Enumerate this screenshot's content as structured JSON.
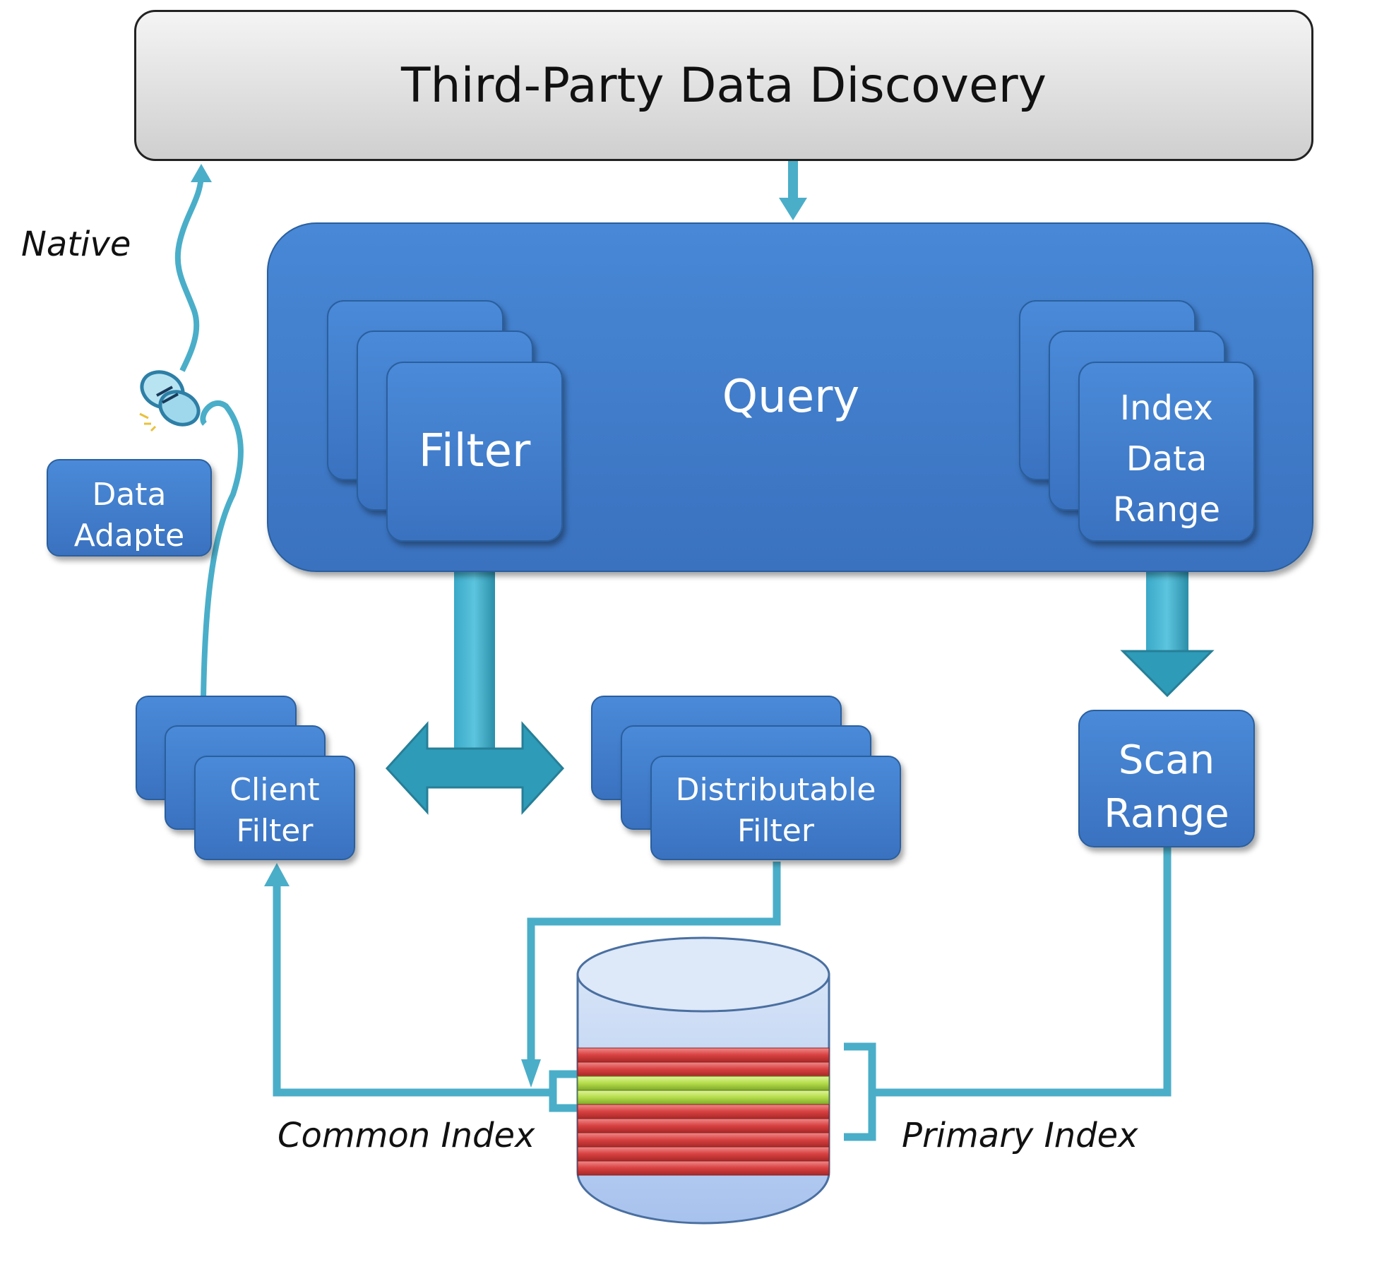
{
  "banner": {
    "title": "Third-Party Data Discovery"
  },
  "query": {
    "label": "Query"
  },
  "filter": {
    "label": "Filter"
  },
  "index_range": {
    "lines": [
      "Index",
      "Data",
      "Range"
    ]
  },
  "data_adapter": {
    "lines": [
      "Data",
      "Adapte"
    ]
  },
  "client_filter": {
    "lines": [
      "Client",
      "Filter"
    ]
  },
  "distributable_filter": {
    "lines": [
      "Distributable",
      "Filter"
    ]
  },
  "scan_range": {
    "lines": [
      "Scan",
      "Range"
    ]
  },
  "labels": {
    "native": "Native",
    "common_index": "Common Index",
    "primary_index": "Primary Index"
  },
  "colors": {
    "connector": "#4aaec9",
    "box_blue": "#3f7fcf",
    "stripe_red": "#e05555",
    "stripe_green": "#b8e05a",
    "cylinder": "#b8d0f0"
  },
  "icons": [
    "plug-icon"
  ]
}
